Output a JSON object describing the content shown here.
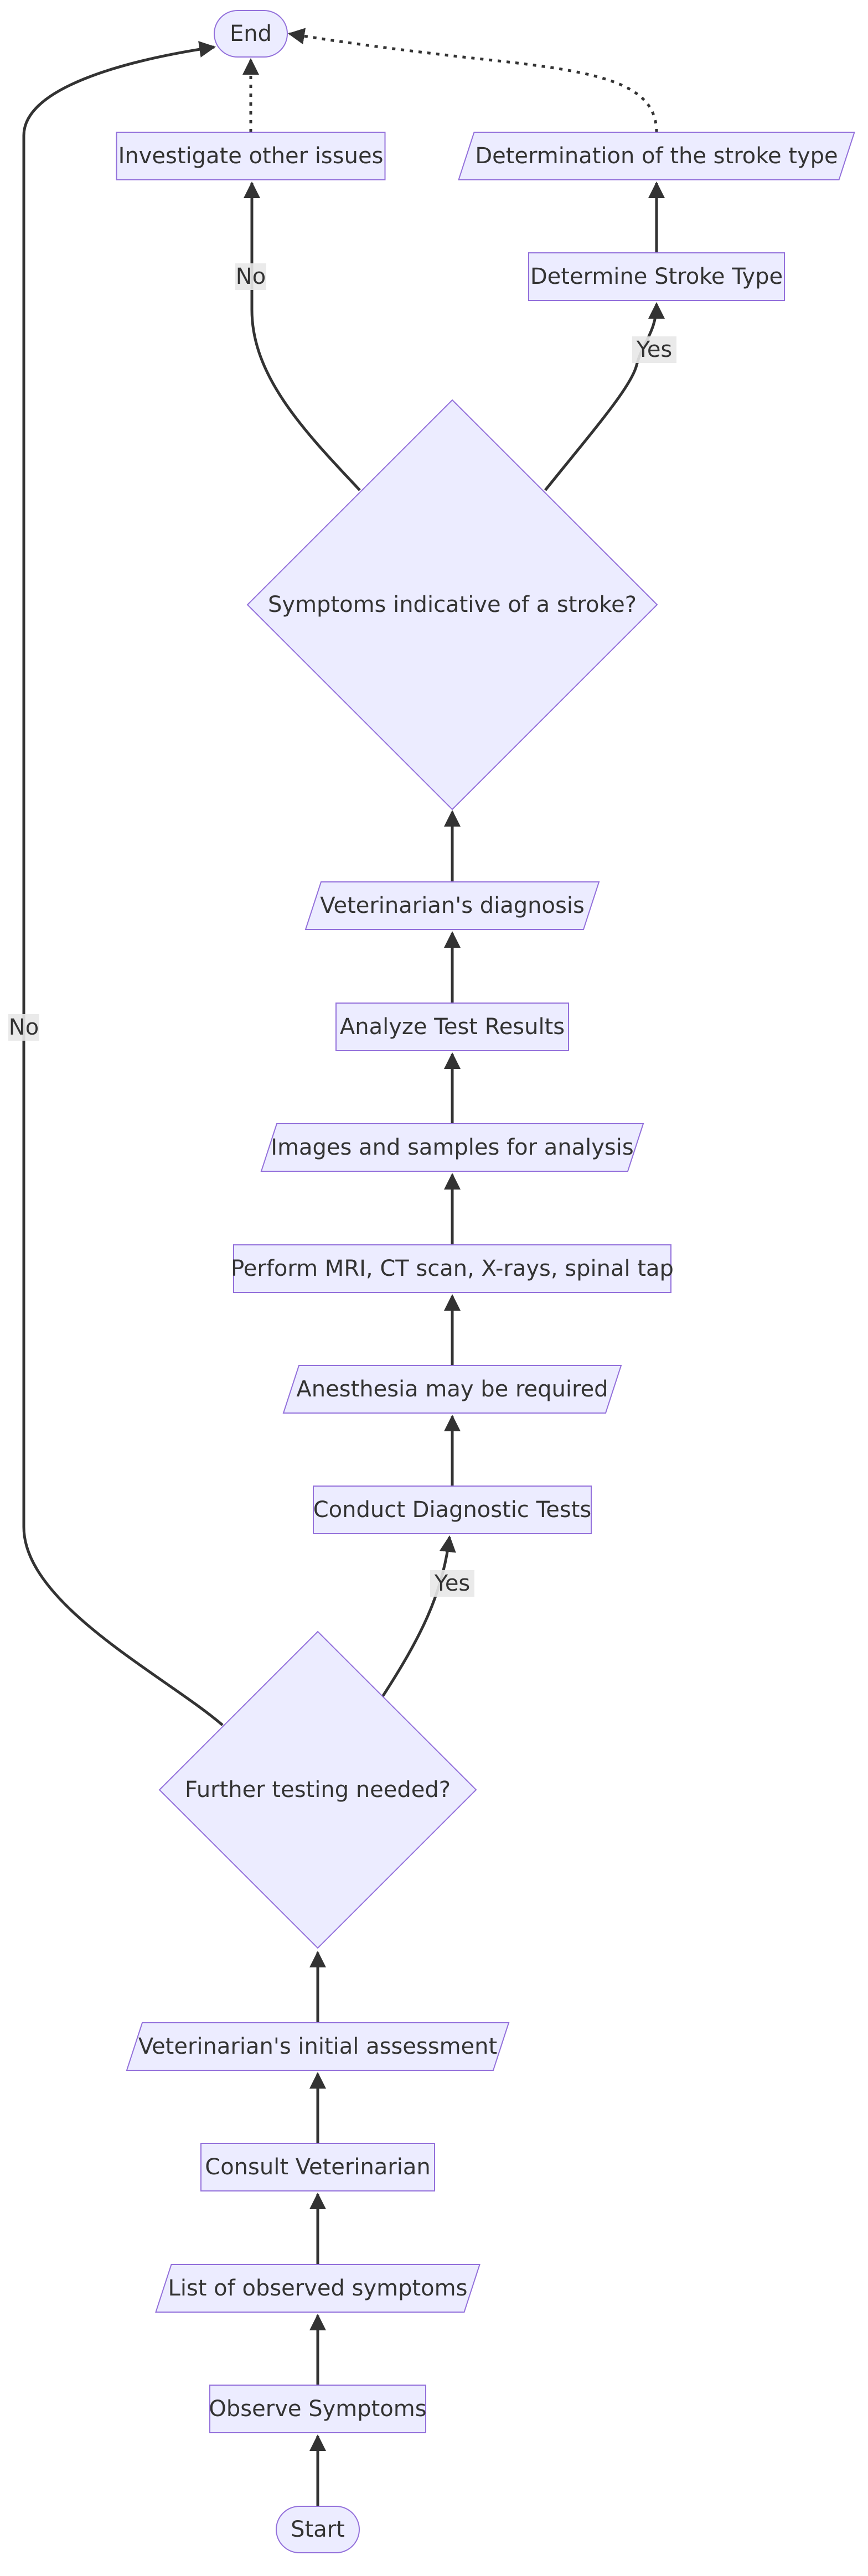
{
  "diagram": {
    "type": "flowchart",
    "direction": "bottom-to-top",
    "colors": {
      "node_fill": "#ECECFF",
      "node_stroke": "#9370DB",
      "edge": "#333333",
      "text": "#333333",
      "label_background": "#E8E8E8",
      "background": "#FFFFFF"
    },
    "nodes": {
      "end": {
        "label": "End",
        "shape": "terminal"
      },
      "investigate": {
        "label": "Investigate other issues",
        "shape": "process"
      },
      "determination": {
        "label": "Determination of the stroke type",
        "shape": "data"
      },
      "determine_type": {
        "label": "Determine Stroke Type",
        "shape": "process"
      },
      "stroke_decision": {
        "label": "Symptoms indicative of a stroke?",
        "shape": "decision"
      },
      "vet_diagnosis": {
        "label": "Veterinarian's diagnosis",
        "shape": "data"
      },
      "analyze": {
        "label": "Analyze Test Results",
        "shape": "process"
      },
      "images": {
        "label": "Images and samples for analysis",
        "shape": "data"
      },
      "perform": {
        "label": "Perform MRI, CT scan, X-rays, spinal tap",
        "shape": "process"
      },
      "anesthesia": {
        "label": "Anesthesia may be required",
        "shape": "data"
      },
      "conduct": {
        "label": "Conduct Diagnostic Tests",
        "shape": "process"
      },
      "testing_decision": {
        "label": "Further testing needed?",
        "shape": "decision"
      },
      "initial_assessment": {
        "label": "Veterinarian's initial assessment",
        "shape": "data"
      },
      "consult": {
        "label": "Consult Veterinarian",
        "shape": "process"
      },
      "symptom_list": {
        "label": "List of observed symptoms",
        "shape": "data"
      },
      "observe": {
        "label": "Observe Symptoms",
        "shape": "process"
      },
      "start": {
        "label": "Start",
        "shape": "terminal"
      }
    },
    "edges": [
      {
        "from": "start",
        "to": "observe",
        "label": "",
        "style": "solid"
      },
      {
        "from": "observe",
        "to": "symptom_list",
        "label": "",
        "style": "solid"
      },
      {
        "from": "symptom_list",
        "to": "consult",
        "label": "",
        "style": "solid"
      },
      {
        "from": "consult",
        "to": "initial_assessment",
        "label": "",
        "style": "solid"
      },
      {
        "from": "initial_assessment",
        "to": "testing_decision",
        "label": "",
        "style": "solid"
      },
      {
        "from": "testing_decision",
        "to": "conduct",
        "label": "Yes",
        "style": "solid"
      },
      {
        "from": "testing_decision",
        "to": "end",
        "label": "No",
        "style": "solid"
      },
      {
        "from": "conduct",
        "to": "anesthesia",
        "label": "",
        "style": "solid"
      },
      {
        "from": "anesthesia",
        "to": "perform",
        "label": "",
        "style": "solid"
      },
      {
        "from": "perform",
        "to": "images",
        "label": "",
        "style": "solid"
      },
      {
        "from": "images",
        "to": "analyze",
        "label": "",
        "style": "solid"
      },
      {
        "from": "analyze",
        "to": "vet_diagnosis",
        "label": "",
        "style": "solid"
      },
      {
        "from": "vet_diagnosis",
        "to": "stroke_decision",
        "label": "",
        "style": "solid"
      },
      {
        "from": "stroke_decision",
        "to": "determine_type",
        "label": "Yes",
        "style": "solid"
      },
      {
        "from": "stroke_decision",
        "to": "investigate",
        "label": "No",
        "style": "solid"
      },
      {
        "from": "determine_type",
        "to": "determination",
        "label": "",
        "style": "solid"
      },
      {
        "from": "determination",
        "to": "end",
        "label": "",
        "style": "dotted"
      },
      {
        "from": "investigate",
        "to": "end",
        "label": "",
        "style": "dotted"
      }
    ]
  }
}
